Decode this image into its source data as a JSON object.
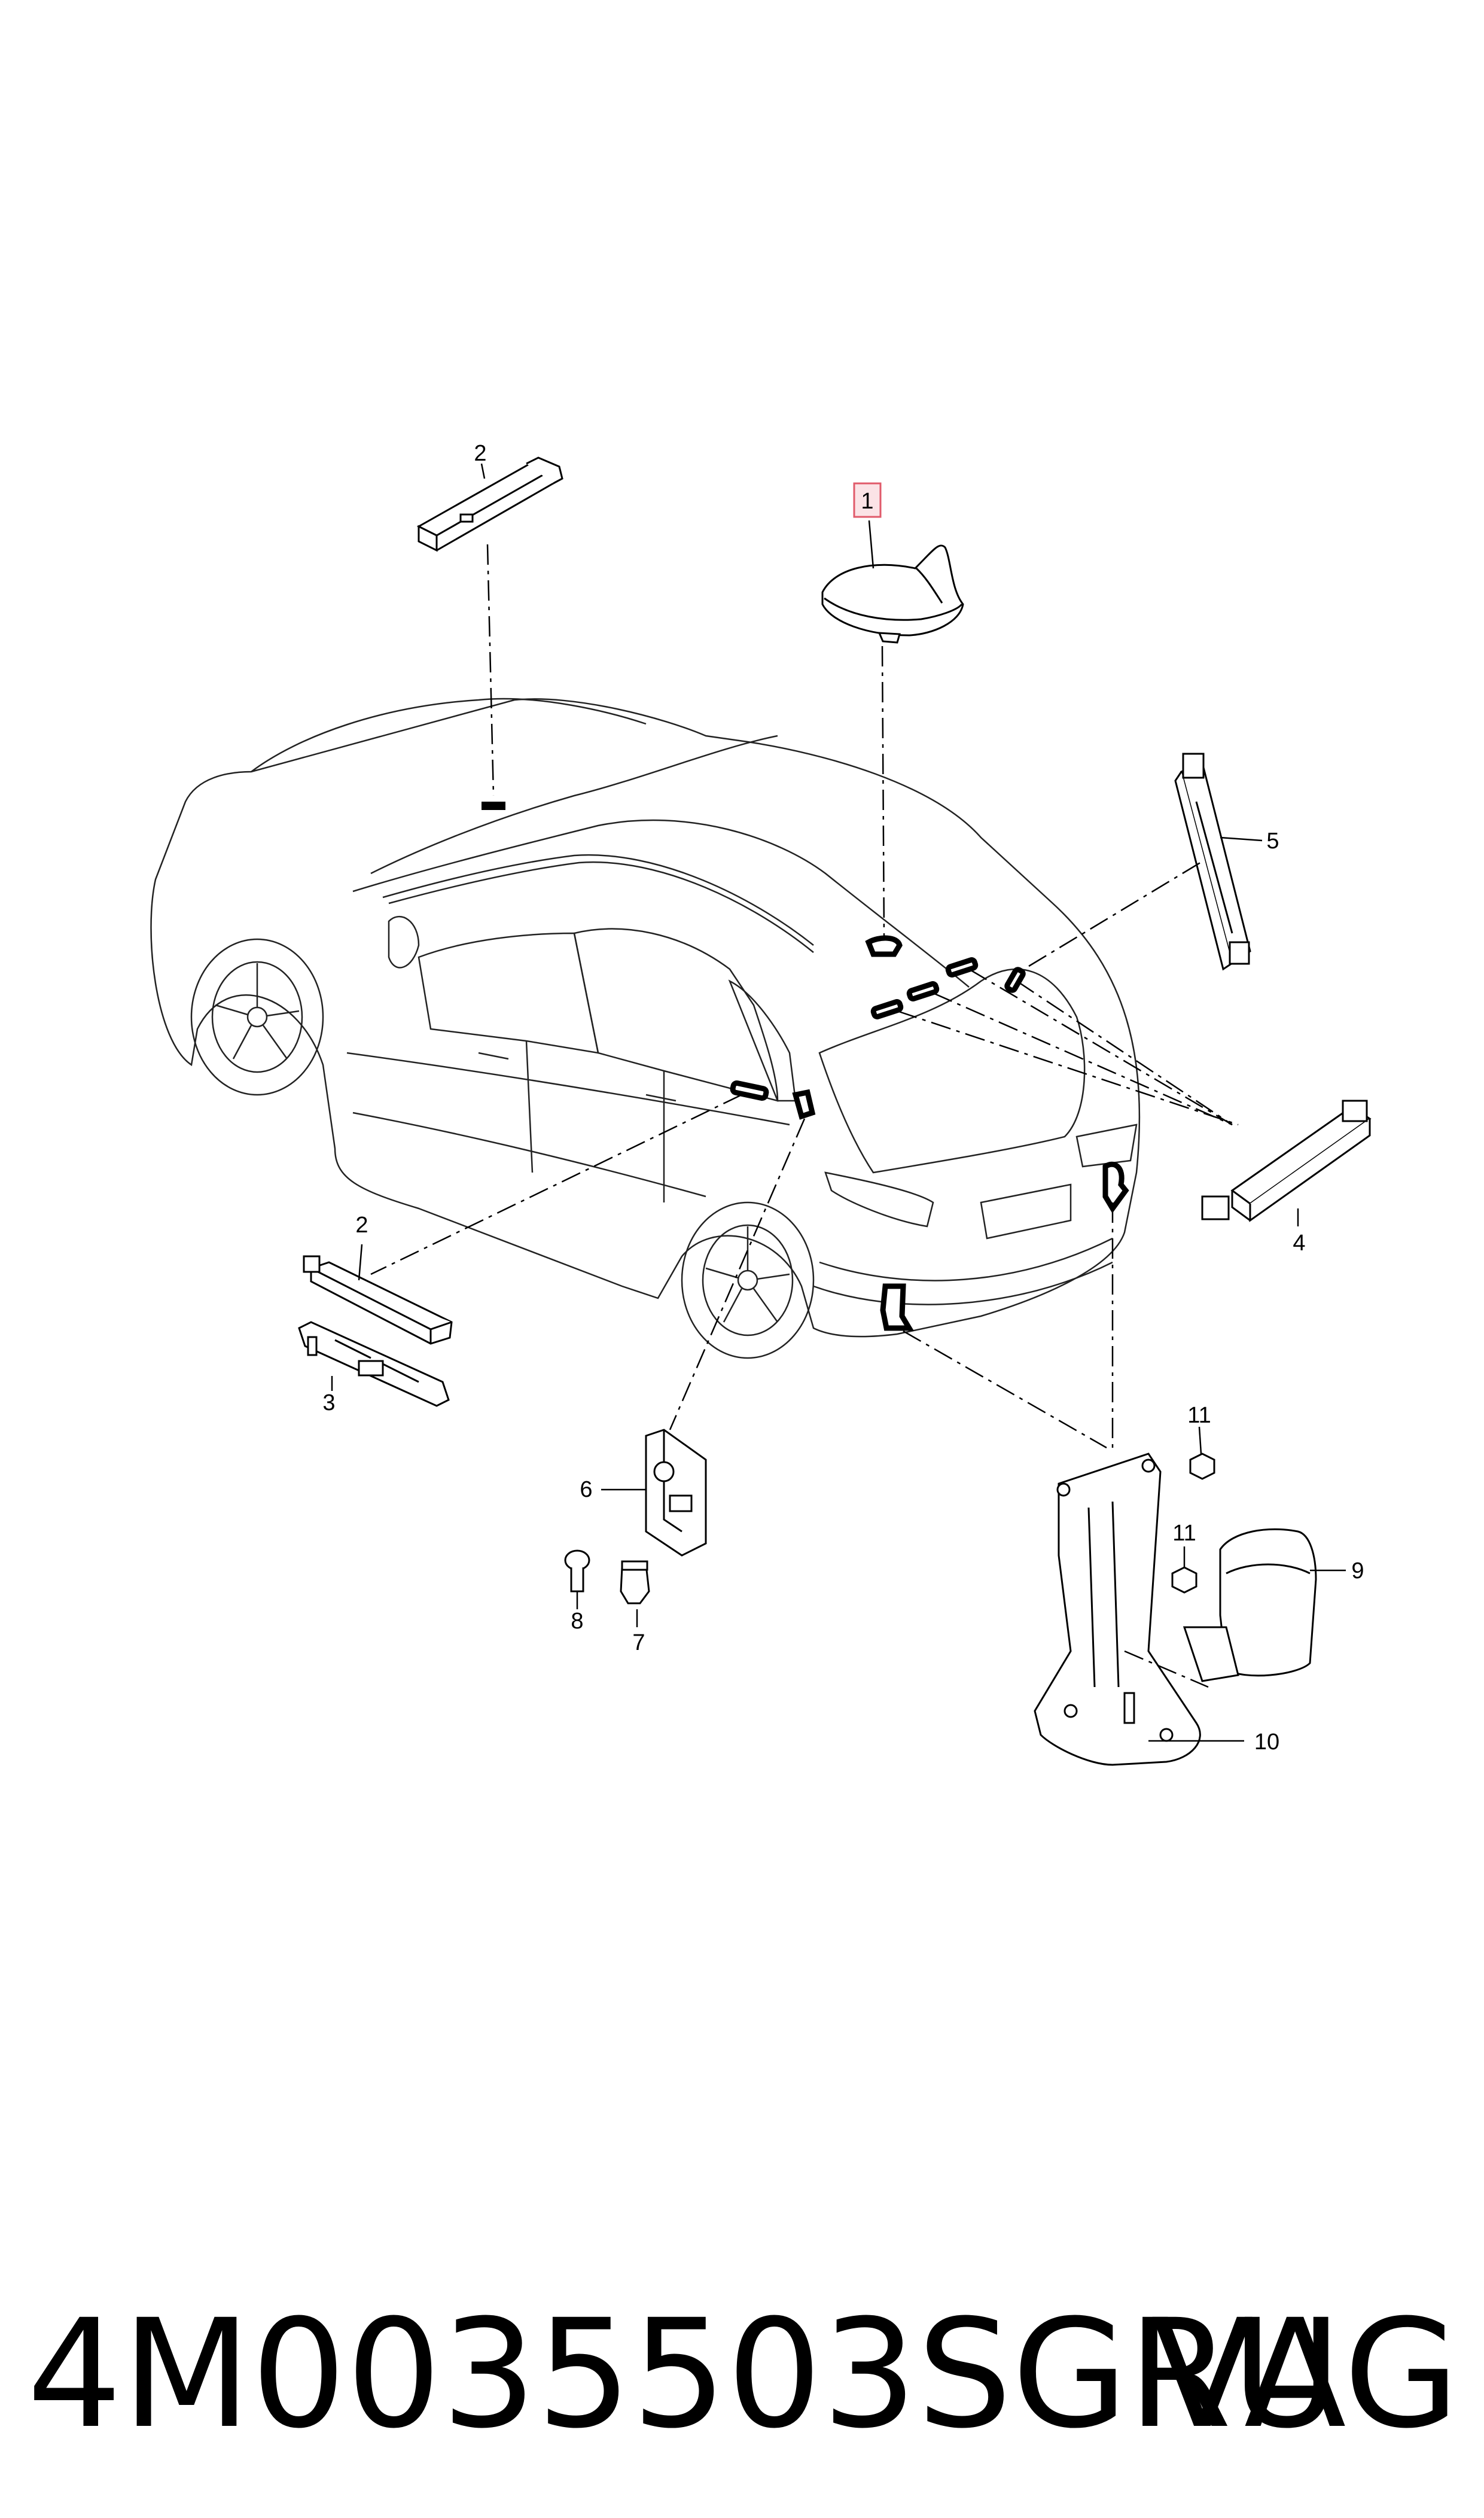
{
  "diagram": {
    "callouts": [
      {
        "id": "1",
        "label": "1",
        "highlighted": true
      },
      {
        "id": "2a",
        "label": "2"
      },
      {
        "id": "2b",
        "label": "2"
      },
      {
        "id": "3",
        "label": "3"
      },
      {
        "id": "4",
        "label": "4"
      },
      {
        "id": "5",
        "label": "5"
      },
      {
        "id": "6",
        "label": "6"
      },
      {
        "id": "7",
        "label": "7"
      },
      {
        "id": "8",
        "label": "8"
      },
      {
        "id": "9",
        "label": "9"
      },
      {
        "id": "10",
        "label": "10"
      },
      {
        "id": "11a",
        "label": "11"
      },
      {
        "id": "11b",
        "label": "11"
      }
    ],
    "highlight_color": "#e05a6a",
    "highlight_fill": "#fbe3e6"
  },
  "footer": {
    "part_number": "4M0035503SGRU",
    "brand": "VAG"
  }
}
